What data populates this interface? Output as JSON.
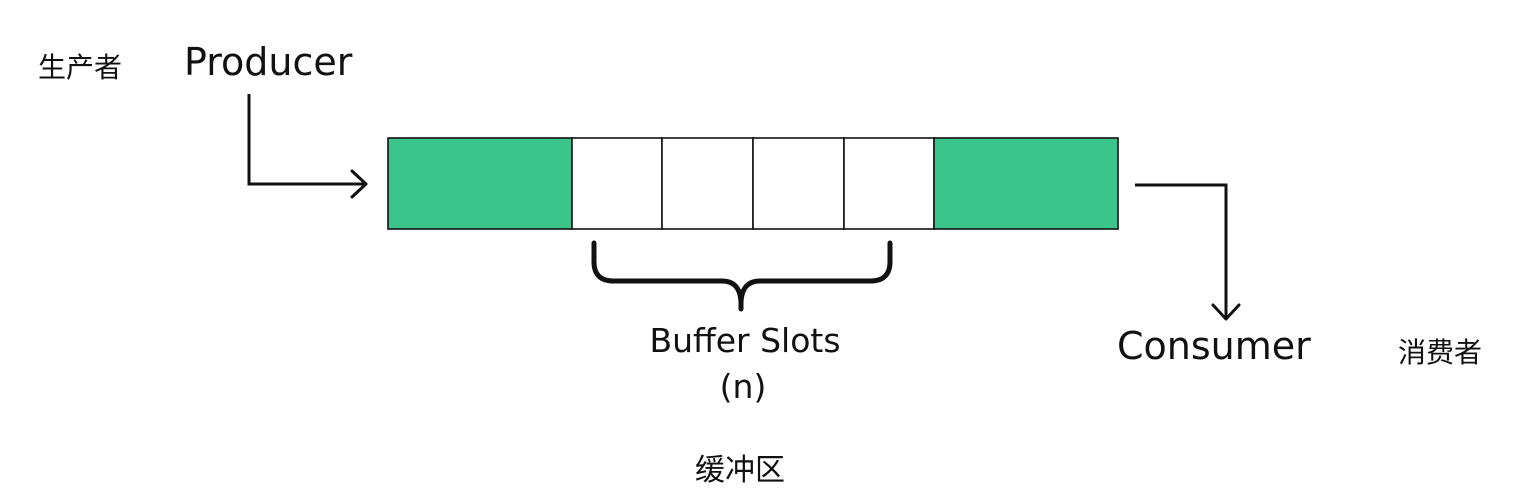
{
  "labels": {
    "producer_cn": "生产者",
    "producer_en": "Producer",
    "buffer_slots_line1": "Buffer Slots",
    "buffer_slots_line2": "(n)",
    "buffer_cn": "缓冲区",
    "consumer_en": "Consumer",
    "consumer_cn": "消费者"
  },
  "buffer": {
    "slots": [
      {
        "filled": true
      },
      {
        "filled": false
      },
      {
        "filled": false
      },
      {
        "filled": false
      },
      {
        "filled": false
      },
      {
        "filled": true
      }
    ]
  },
  "colors": {
    "filled_slot": "#3cc58b",
    "empty_slot": "#ffffff",
    "stroke": "#111111"
  }
}
